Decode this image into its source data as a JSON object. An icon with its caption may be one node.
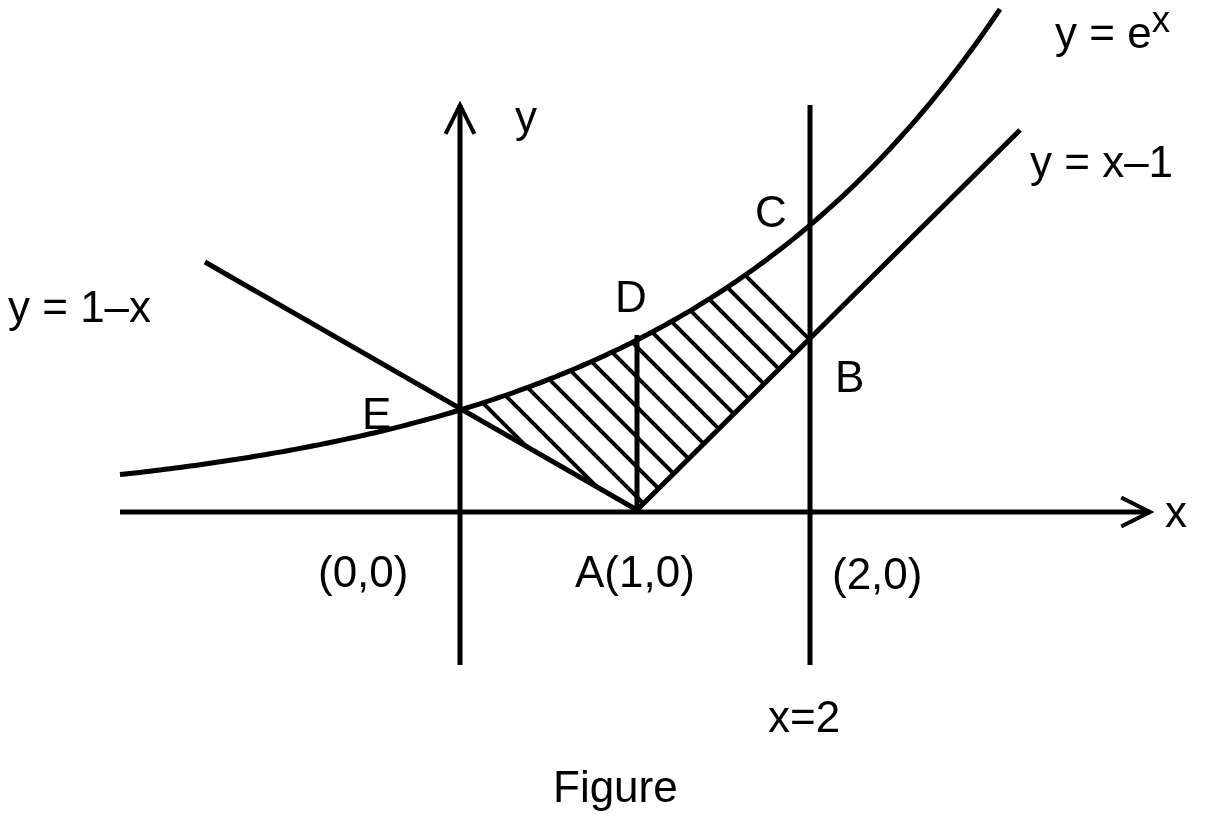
{
  "diagram": {
    "caption": "Figure",
    "labels": [
      "y = e$^{x}$",
      "y",
      "y = x–1",
      "C",
      "D",
      "y = 1–x",
      "B",
      "E",
      "x",
      "(0,0)",
      "A(1,0)",
      "(2,0)",
      "x=2"
    ]
  }
}
